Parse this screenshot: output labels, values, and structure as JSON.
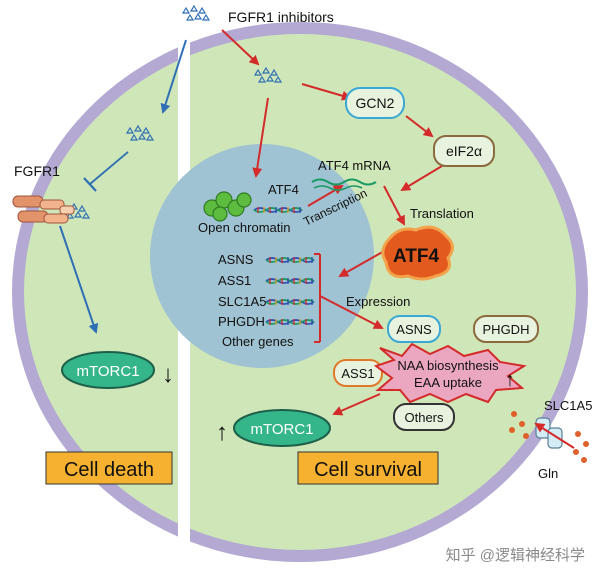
{
  "labels": {
    "fgfr1_inhibitors": "FGFR1 inhibitors",
    "fgfr1": "FGFR1",
    "gcn2": "GCN2",
    "eif2a": "eIF2α",
    "atf4_mrna": "ATF4 mRNA",
    "atf4_small": "ATF4",
    "open_chromatin": "Open chromatin",
    "transcription": "Transcription",
    "translation": "Translation",
    "atf4_protein": "ATF4",
    "expression": "Expression",
    "mtorc1": "mTORC1",
    "down_arrow": "↓",
    "up_arrow": "↑",
    "asns": "ASNS",
    "ass1": "ASS1",
    "phgdh": "PHGDH",
    "others": "Others",
    "naa_line1": "NAA biosynthesis",
    "naa_line2": "EAA uptake",
    "slc1a5": "SLC1A5",
    "gln": "Gln",
    "cell_death": "Cell death",
    "cell_survival": "Cell survival",
    "watermark": "知乎 @逻辑神经科学"
  },
  "genes": [
    "ASNS",
    "ASS1",
    "SLC1A5",
    "PHGDH",
    "Other genes"
  ],
  "colors": {
    "membrane": "#b3a9d3",
    "cytoplasm": "#cfe6b8",
    "nucleus": "#9fc3d3",
    "red_arrow": "#d42a2a",
    "blue_arrow": "#2e6fb5",
    "mtorc1_fill": "#35b58a",
    "atf4_fill": "#e35a1e",
    "atf4_stroke": "#f2a34b",
    "label_box": "#f6b130",
    "starburst_fill": "#eaa7bf"
  }
}
